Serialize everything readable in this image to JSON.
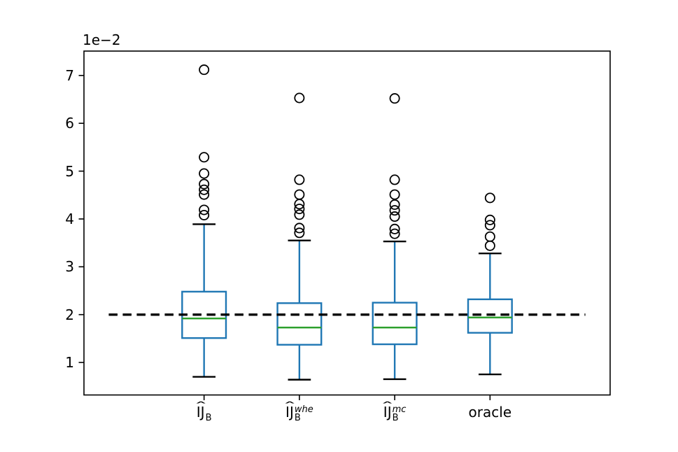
{
  "chart_data": {
    "type": "boxplot",
    "title": "",
    "xlabel": "",
    "ylabel": "",
    "offset_text": "1e−2",
    "background": "#ffffff",
    "grid": false,
    "y_ticks": [
      1,
      2,
      3,
      4,
      5,
      6,
      7
    ],
    "ylim": [
      0.32,
      7.51
    ],
    "xlim": [
      -0.26,
      5.26
    ],
    "box_width": 0.46,
    "cap_width": 0.24,
    "colors": {
      "box": "#1f77b4",
      "whisker": "#1f77b4",
      "cap": "#000000",
      "median": "#2ca02c",
      "flier": "#000000",
      "reference_line": "#000000",
      "axis": "#000000",
      "text": "#000000"
    },
    "reference_line": {
      "y": 2.0,
      "x_start": 0.0,
      "x_end": 5.0,
      "style": "dashed"
    },
    "categories": [
      "IĴ_B",
      "IĴ_B^whe",
      "IĴ_B^mc",
      "oracle"
    ],
    "xticklabels": [
      {
        "hat": true,
        "main": "IJ",
        "sub": "B",
        "sup": ""
      },
      {
        "hat": true,
        "main": "IJ",
        "sub": "B",
        "sup": "whe"
      },
      {
        "hat": true,
        "main": "IJ",
        "sub": "B",
        "sup": "mc"
      },
      {
        "hat": false,
        "main": "oracle",
        "sub": "",
        "sup": ""
      }
    ],
    "hat_char": "ˆ",
    "series": [
      {
        "label": "IĴ_B",
        "position": 1,
        "whislo": 0.7,
        "q1": 1.51,
        "med": 1.92,
        "q3": 2.48,
        "whishi": 3.89,
        "fliers": [
          4.08,
          4.19,
          4.51,
          4.61,
          4.73,
          4.95,
          5.29,
          7.12
        ]
      },
      {
        "label": "IĴ_B^whe",
        "position": 2,
        "whislo": 0.64,
        "q1": 1.37,
        "med": 1.73,
        "q3": 2.24,
        "whishi": 3.55,
        "fliers": [
          3.71,
          3.81,
          4.09,
          4.21,
          4.31,
          4.51,
          4.82,
          6.53
        ]
      },
      {
        "label": "IĴ_B^mc",
        "position": 3,
        "whislo": 0.65,
        "q1": 1.38,
        "med": 1.73,
        "q3": 2.25,
        "whishi": 3.53,
        "fliers": [
          3.69,
          3.79,
          4.05,
          4.18,
          4.3,
          4.51,
          4.82,
          6.52
        ]
      },
      {
        "label": "oracle",
        "position": 4,
        "whislo": 0.75,
        "q1": 1.62,
        "med": 1.94,
        "q3": 2.32,
        "whishi": 3.28,
        "fliers": [
          3.44,
          3.63,
          3.87,
          3.98,
          4.44
        ]
      }
    ]
  }
}
